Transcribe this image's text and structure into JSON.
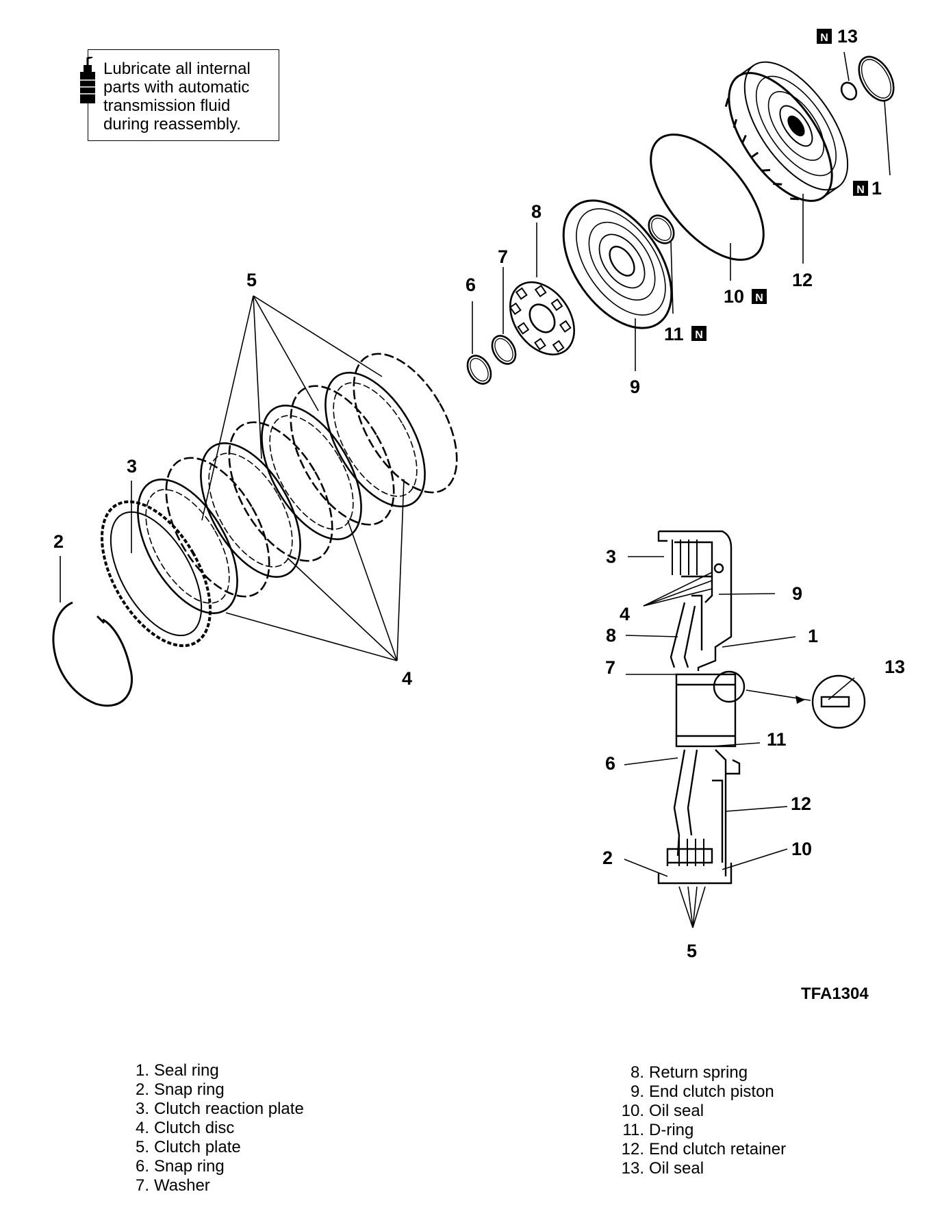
{
  "note": {
    "text_lines": [
      "Lubricate all internal",
      "parts with automatic",
      "transmission fluid",
      "during reassembly."
    ],
    "icon": "oil-bottle-icon"
  },
  "figure_id": "TFA1304",
  "new_part_mark": "N",
  "callouts": {
    "exploded": {
      "c1": "1",
      "c2": "2",
      "c3": "3",
      "c4": "4",
      "c5": "5",
      "c6": "6",
      "c7": "7",
      "c8": "8",
      "c9": "9",
      "c10": "10",
      "c11": "11",
      "c12": "12",
      "c13": "13"
    },
    "section": {
      "c1": "1",
      "c2": "2",
      "c3": "3",
      "c4": "4",
      "c5": "5",
      "c6": "6",
      "c7": "7",
      "c8": "8",
      "c9": "9",
      "c10": "10",
      "c11": "11",
      "c12": "12",
      "c13": "13"
    }
  },
  "legend": {
    "left": [
      {
        "num": "1.",
        "label": "Seal ring"
      },
      {
        "num": "2.",
        "label": "Snap ring"
      },
      {
        "num": "3.",
        "label": "Clutch reaction plate"
      },
      {
        "num": "4.",
        "label": "Clutch disc"
      },
      {
        "num": "5.",
        "label": "Clutch plate"
      },
      {
        "num": "6.",
        "label": "Snap ring"
      },
      {
        "num": "7.",
        "label": "Washer"
      }
    ],
    "right": [
      {
        "num": "8.",
        "label": "Return spring"
      },
      {
        "num": "9.",
        "label": "End clutch piston"
      },
      {
        "num": "10.",
        "label": "Oil seal"
      },
      {
        "num": "11.",
        "label": "D-ring"
      },
      {
        "num": "12.",
        "label": "End clutch retainer"
      },
      {
        "num": "13.",
        "label": "Oil seal"
      }
    ]
  }
}
